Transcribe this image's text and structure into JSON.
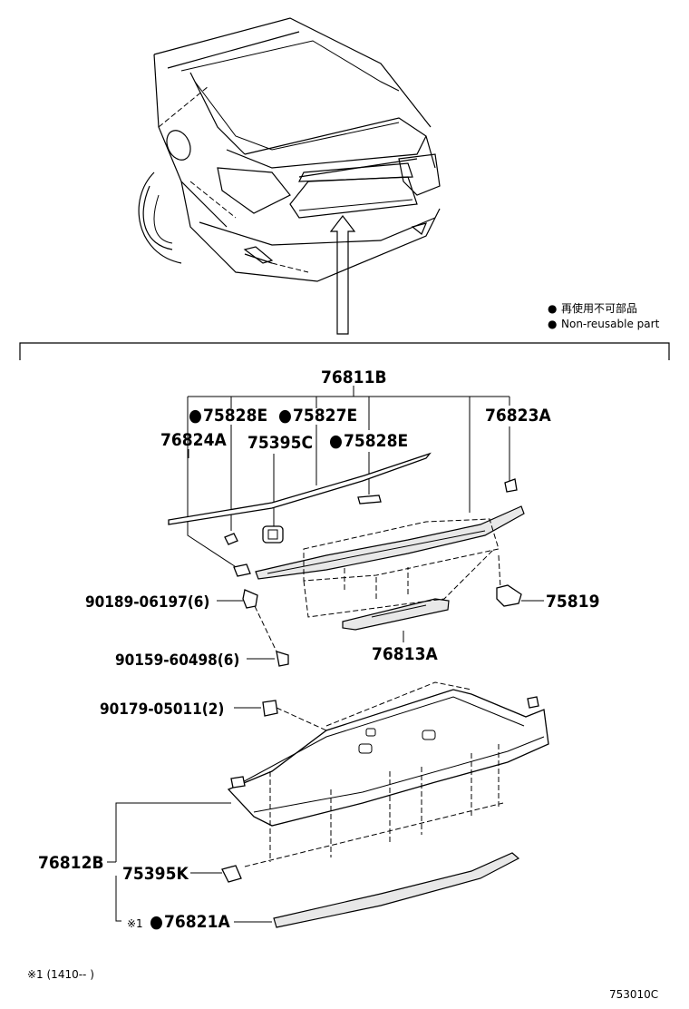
{
  "legend": {
    "items": [
      {
        "symbol": "●",
        "text": "再使用不可部品"
      },
      {
        "symbol": "●",
        "text": "Non-reusable part"
      }
    ]
  },
  "parts": {
    "p76811B": "76811B",
    "p75828E_a": "75828E",
    "p75827E": "75827E",
    "p76823A": "76823A",
    "p76824A": "76824A",
    "p75395C": "75395C",
    "p75828E_b": "75828E",
    "p90189": "90189-06197(6)",
    "p75819": "75819",
    "p90159": "90159-60498(6)",
    "p76813A": "76813A",
    "p90179": "90179-05011(2)",
    "p76812B": "76812B",
    "p75395K": "75395K",
    "p76821A": "76821A"
  },
  "markers": {
    "dot": "●",
    "note_ref": "※1"
  },
  "footnote": "※1 (1410--        )",
  "figure_code": "753010C"
}
